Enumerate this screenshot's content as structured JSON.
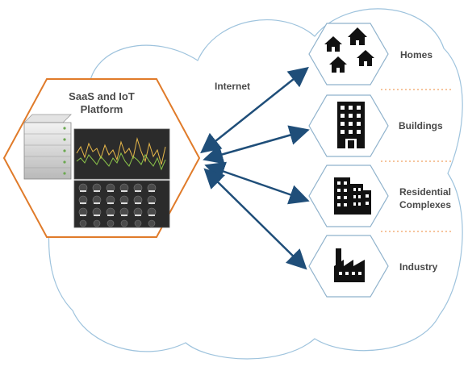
{
  "platform": {
    "title_line1": "SaaS and IoT",
    "title_line2": "Platform"
  },
  "network_label": "Internet",
  "endpoints": [
    {
      "label": "Homes",
      "icon": "houses-icon"
    },
    {
      "label": "Buildings",
      "icon": "office-building-icon"
    },
    {
      "label_line1": "Residential",
      "label_line2": "Complexes",
      "icon": "apartment-blocks-icon"
    },
    {
      "label": "Industry",
      "icon": "factory-icon"
    }
  ],
  "colors": {
    "cloud_outline": "#9ec3dd",
    "platform_border": "#e07b2a",
    "hex_border": "#8fb2cc",
    "arrow": "#1f4e79",
    "separator": "#f0a060",
    "label_text": "#4a4a4a"
  }
}
